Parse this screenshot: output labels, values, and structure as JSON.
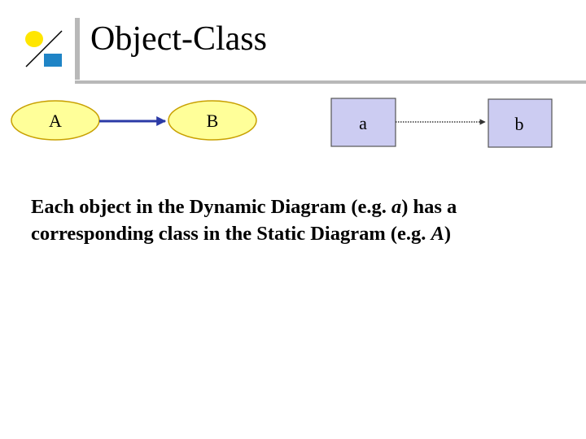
{
  "slide": {
    "title": "Object-Class"
  },
  "static_diagram": {
    "classes": [
      {
        "label": "A"
      },
      {
        "label": "B"
      }
    ],
    "relation_color": "#2b3aa6",
    "class_fill": "#ffff99",
    "class_stroke": "#c8a000"
  },
  "dynamic_diagram": {
    "objects": [
      {
        "label": "a"
      },
      {
        "label": "b"
      }
    ],
    "object_fill": "#ccccf2",
    "object_stroke": "#555555"
  },
  "body": {
    "part1": "Each object in the Dynamic Diagram (e.g. ",
    "example_object": "a",
    "part2": ") has a corresponding class in the Static Diagram (e.g. ",
    "example_class": "A",
    "part3": ")"
  },
  "colors": {
    "logo_circle": "#ffe600",
    "logo_square": "#1f84c6",
    "title_rule": "#b8b8b8"
  }
}
